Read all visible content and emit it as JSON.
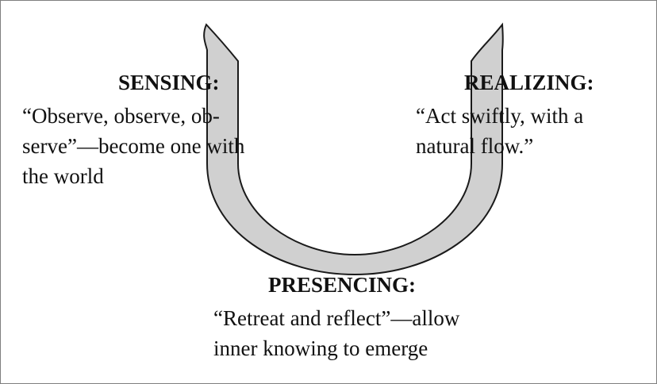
{
  "colors": {
    "u_fill": "#d0d0d0",
    "u_stroke": "#1a1a1a",
    "text": "#111111",
    "frame_border": "#7f7f7f"
  },
  "sensing": {
    "title": "SENSING:",
    "lines": [
      "“Observe, observe, ob-",
      "serve”—become one with",
      "the world"
    ]
  },
  "realizing": {
    "title": "REALIZING:",
    "lines": [
      "“Act swiftly, with a",
      "natural flow.”"
    ]
  },
  "presencing": {
    "title": "PRESENCING:",
    "lines": [
      "“Retreat and reflect”—allow",
      "inner knowing to emerge"
    ]
  }
}
